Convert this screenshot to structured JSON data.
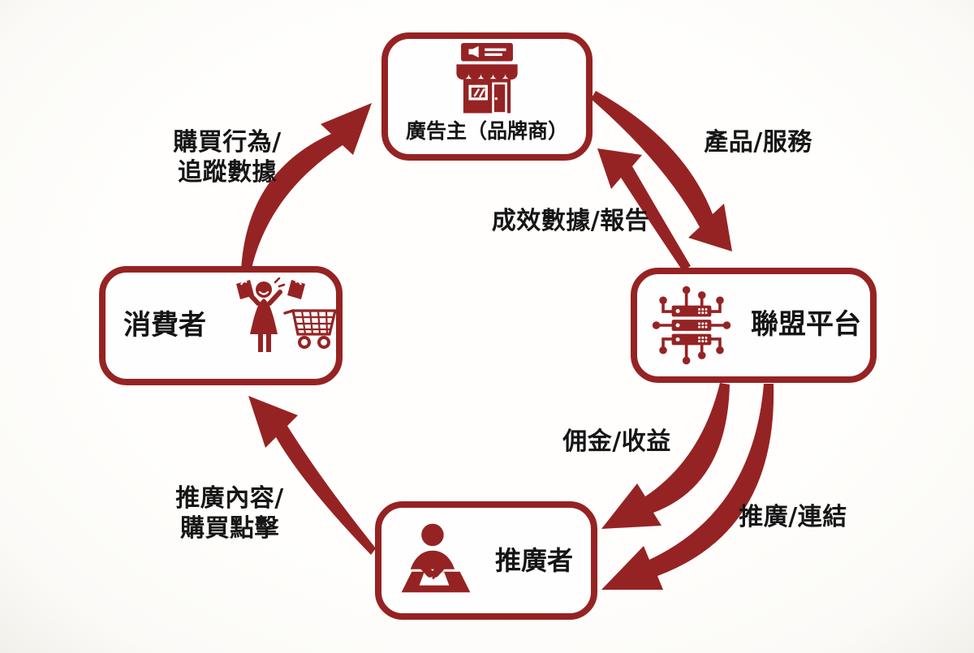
{
  "diagram": {
    "kind": "affiliate-marketing-cycle",
    "colors": {
      "accent": "#962323",
      "text": "#161616",
      "background": "#fdfdfb",
      "node_fill": "#fffefe"
    }
  },
  "nodes": [
    {
      "id": "advertiser",
      "label": "廣告主（品牌商）",
      "icon": "storefront-megaphone-icon"
    },
    {
      "id": "platform",
      "label": "聯盟平台",
      "icon": "server-network-icon"
    },
    {
      "id": "promoter",
      "label": "推廣者",
      "icon": "person-writing-icon"
    },
    {
      "id": "consumer",
      "label": "消費者",
      "icon": "shopper-bags-cart-icon"
    }
  ],
  "flows": [
    {
      "from": "消費者",
      "to": "廣告主（品牌商）",
      "label_line1": "購買行為/",
      "label_line2": "追蹤數據"
    },
    {
      "from": "廣告主（品牌商）",
      "to": "聯盟平台",
      "label_line1": "產品/服務",
      "label_line2": ""
    },
    {
      "from": "聯盟平台",
      "to": "廣告主（品牌商）",
      "label_line1": "成效數據/報告",
      "label_line2": ""
    },
    {
      "from": "聯盟平台",
      "to": "推廣者",
      "label_line1": "佣金/收益",
      "label_line2": ""
    },
    {
      "from": "聯盟平台",
      "to": "推廣者",
      "label_line1": "推廣/連結",
      "label_line2": ""
    },
    {
      "from": "推廣者",
      "to": "消費者",
      "label_line1": "推廣內容/",
      "label_line2": "購買點擊"
    }
  ]
}
